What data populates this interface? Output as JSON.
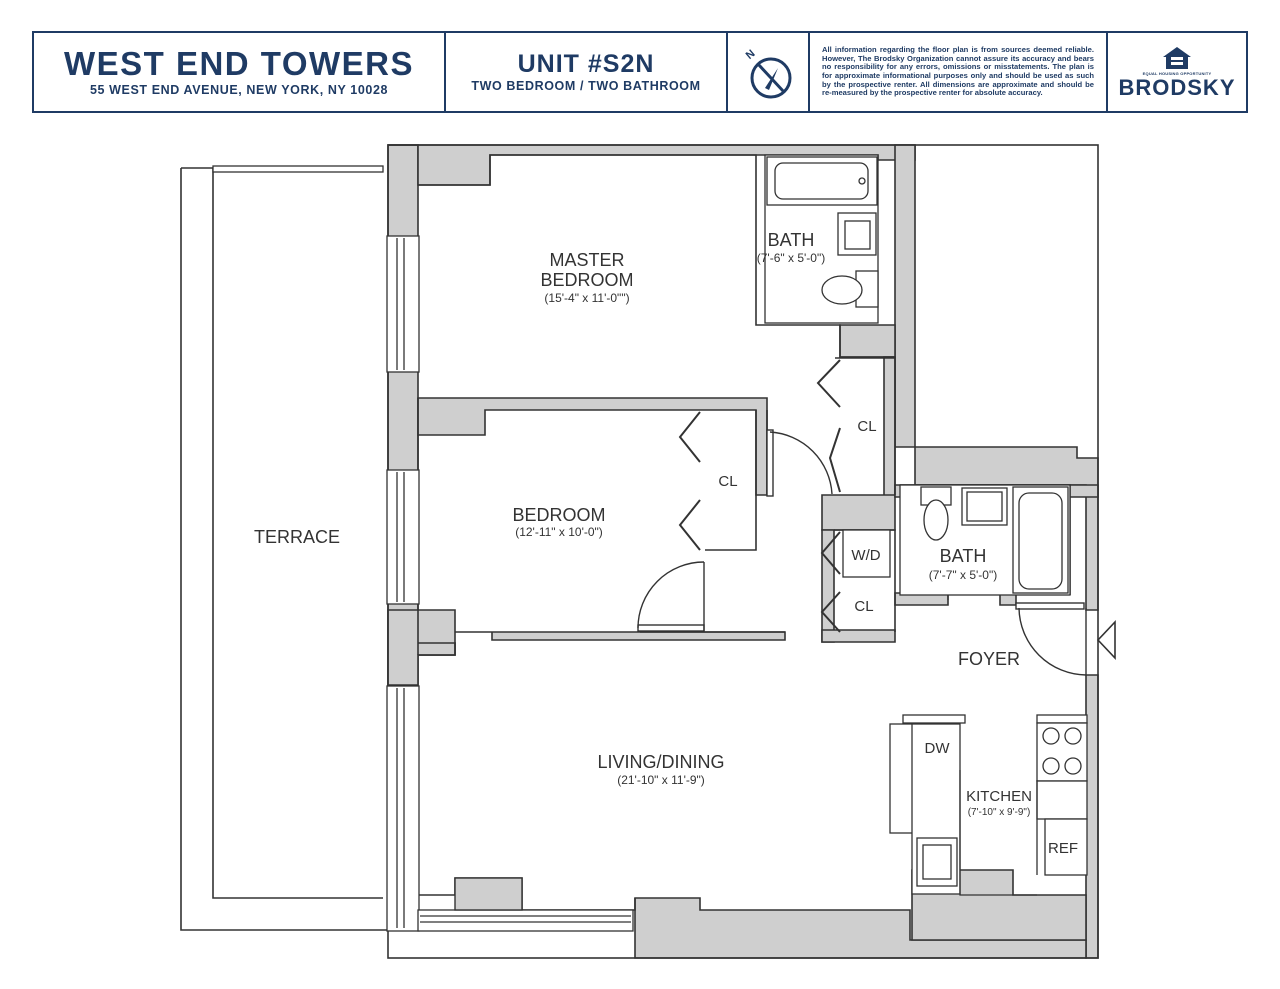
{
  "header": {
    "building_name": "WEST END TOWERS",
    "address": "55 WEST END AVENUE, NEW YORK, NY 10028",
    "unit": "UNIT #S2N",
    "unit_type": "TWO BEDROOM / TWO BATHROOM",
    "compass_label": "N",
    "disclaimer": "All information regarding the floor plan is from sources deemed reliable. However, The Brodsky Organization cannot assure its accuracy and bears no responsibility for any errors, omissions or misstatements. The plan is for approximate informational purposes only and should be used as such by the prospective renter. All dimensions are approximate and should be re-measured by the prospective renter for absolute accuracy.",
    "eho_text": "EQUAL HOUSING OPPORTUNITY",
    "brand": "BRODSKY"
  },
  "rooms": {
    "master_bedroom_1": "MASTER",
    "master_bedroom_2": "BEDROOM",
    "master_bedroom_dim": "(15'-4\" x 11'-0\"\")",
    "bath1": "BATH",
    "bath1_dim": "(7'-6\" x 5'-0\")",
    "cl_master": "CL",
    "cl_bedroom": "CL",
    "bedroom": "BEDROOM",
    "bedroom_dim": "(12'-11\" x 10'-0\")",
    "terrace": "TERRACE",
    "wd": "W/D",
    "cl_hall": "CL",
    "bath2": "BATH",
    "bath2_dim": "(7'-7\" x 5'-0\")",
    "foyer": "FOYER",
    "living": "LIVING/DINING",
    "living_dim": "(21'-10\" x 11'-9\")",
    "dw": "DW",
    "kitchen": "KITCHEN",
    "kitchen_dim": "(7'-10\" x 9'-9\")",
    "ref": "REF"
  },
  "colors": {
    "brand_navy": "#1f3b64",
    "wall_fill": "#cfcfcf",
    "line": "#333333"
  }
}
